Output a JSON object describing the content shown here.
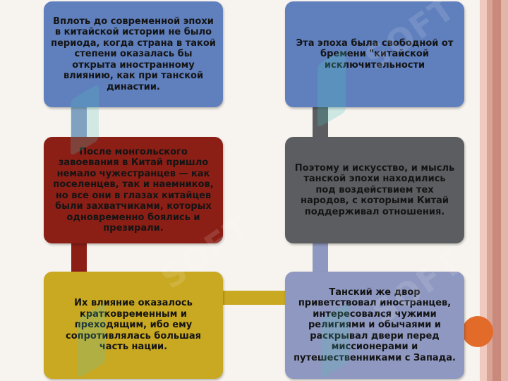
{
  "boxes": {
    "top_left": "Вплоть до современной эпохи в китайской истории не было периода, когда страна в такой степени оказалась бы открыта иностранному влиянию, как при танской династии.",
    "top_right": "Эта эпоха была свободной от бремени \"китайской исключительности",
    "mid_left": "После монгольского завоевания в Китай пришло немало чужестранцев — как поселенцев, так и наемников, но все они в глазах китайцев были захватчиками, которых одновременно боялись и презирали.",
    "mid_right": "Поэтому и искусство, и мысль танской эпохи находились под воздействием тех народов, с которыми Китай поддерживал отношения.",
    "bottom_left": "Их влияние оказалось кратковременным и преходящим, ибо ему сопротивлялась большая часть нации.",
    "bottom_right": "Танский же двор приветствовал иностранцев, интересовался чужими религиями и обычаями и раскрывал двери перед миссионерами и путешественниками с Запада."
  },
  "colors": {
    "blue": "#5f7fbd",
    "dark_red": "#8b1f16",
    "gray": "#5c5d61",
    "gold": "#c9a822",
    "lavender": "#8e98c0",
    "orange_accent": "#e36b2a"
  },
  "watermark": "SOFT"
}
